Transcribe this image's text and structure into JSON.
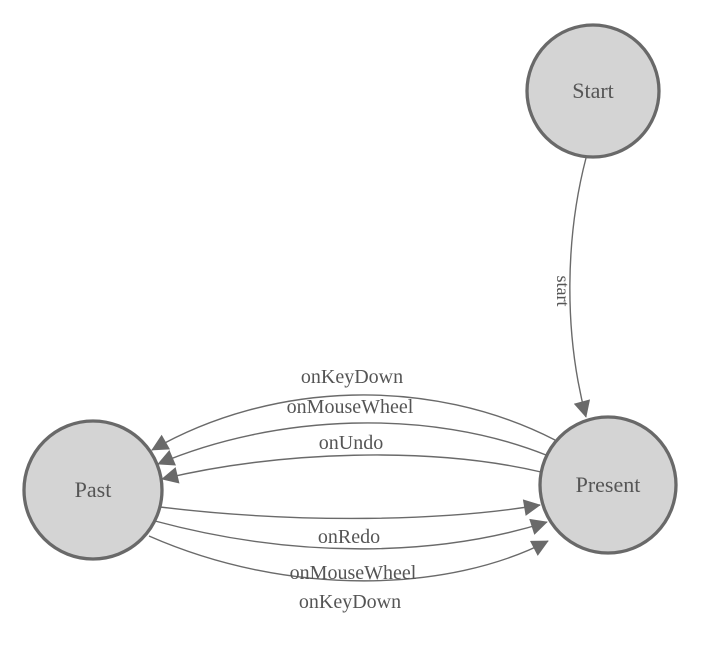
{
  "diagram": {
    "type": "state-machine",
    "colors": {
      "background": "#ffffff",
      "node_fill": "#d4d4d4",
      "node_stroke": "#696969",
      "edge_stroke": "#6a6a6a",
      "text_color": "#555555"
    },
    "nodes": {
      "start": {
        "label": "Start"
      },
      "present": {
        "label": "Present"
      },
      "past": {
        "label": "Past"
      }
    },
    "edges": {
      "start_to_present": {
        "from": "Start",
        "to": "Present",
        "label": "start"
      },
      "present_to_past_keydown": {
        "from": "Present",
        "to": "Past",
        "label": "onKeyDown"
      },
      "present_to_past_mousewheel": {
        "from": "Present",
        "to": "Past",
        "label": "onMouseWheel"
      },
      "present_to_past_undo": {
        "from": "Present",
        "to": "Past",
        "label": "onUndo"
      },
      "past_to_present_redo": {
        "from": "Past",
        "to": "Present",
        "label": "onRedo"
      },
      "past_to_present_mousewheel": {
        "from": "Past",
        "to": "Present",
        "label": "onMouseWheel"
      },
      "past_to_present_keydown": {
        "from": "Past",
        "to": "Present",
        "label": "onKeyDown"
      }
    }
  }
}
